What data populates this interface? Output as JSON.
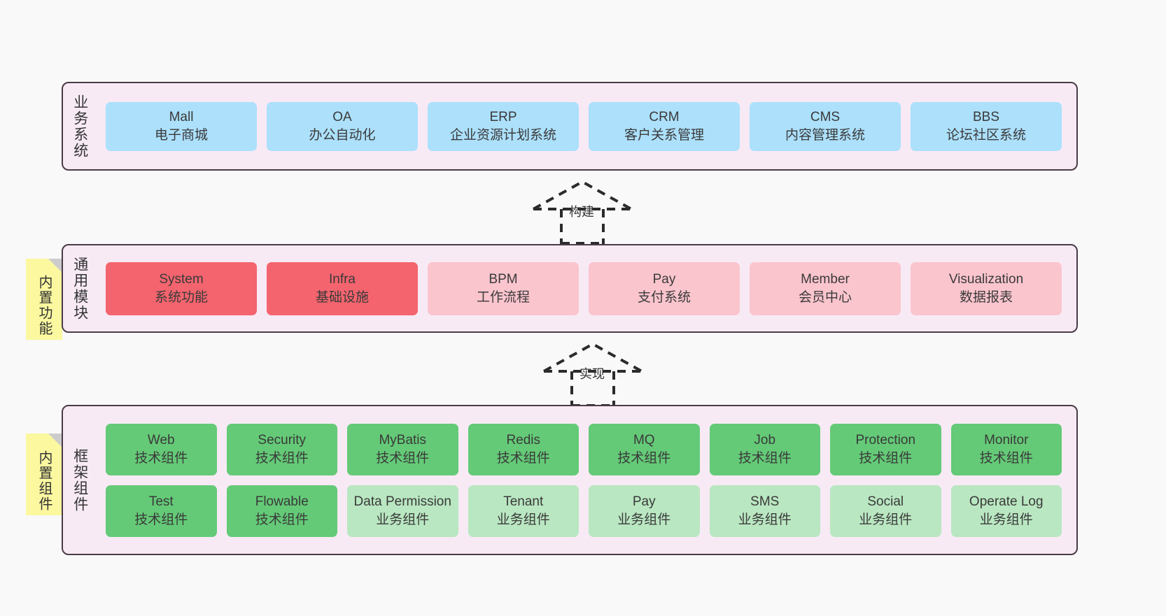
{
  "canvas": {
    "background": "#f9f9f9",
    "panel_fill": "#f7eaf5",
    "panel_border": "#4a3b47",
    "sticky_fill": "#fbf8a0",
    "sticky_fold": "#cccccc"
  },
  "layers": [
    {
      "id": "business",
      "title": "业务系统",
      "sticky": null,
      "rows": [
        {
          "items": [
            {
              "en": "Mall",
              "cn": "电子商城",
              "color": "#ace0fb",
              "variant": "blue"
            },
            {
              "en": "OA",
              "cn": "办公自动化",
              "color": "#ace0fb",
              "variant": "blue"
            },
            {
              "en": "ERP",
              "cn": "企业资源计划系统",
              "color": "#ace0fb",
              "variant": "blue"
            },
            {
              "en": "CRM",
              "cn": "客户关系管理",
              "color": "#ace0fb",
              "variant": "blue"
            },
            {
              "en": "CMS",
              "cn": "内容管理系统",
              "color": "#ace0fb",
              "variant": "blue"
            },
            {
              "en": "BBS",
              "cn": "论坛社区系统",
              "color": "#ace0fb",
              "variant": "blue"
            }
          ]
        }
      ]
    },
    {
      "id": "modules",
      "title": "通用模块",
      "sticky": "内置功能",
      "rows": [
        {
          "items": [
            {
              "en": "System",
              "cn": "系统功能",
              "color": "#f4646e",
              "variant": "red"
            },
            {
              "en": "Infra",
              "cn": "基础设施",
              "color": "#f4646e",
              "variant": "red"
            },
            {
              "en": "BPM",
              "cn": "工作流程",
              "color": "#fbc5ce",
              "variant": "pink"
            },
            {
              "en": "Pay",
              "cn": "支付系统",
              "color": "#fbc5ce",
              "variant": "pink"
            },
            {
              "en": "Member",
              "cn": "会员中心",
              "color": "#fbc5ce",
              "variant": "pink"
            },
            {
              "en": "Visualization",
              "cn": "数据报表",
              "color": "#fbc5ce",
              "variant": "pink"
            }
          ]
        }
      ]
    },
    {
      "id": "framework",
      "title": "框架组件",
      "sticky": "内置组件",
      "rows": [
        {
          "items": [
            {
              "en": "Web",
              "cn": "技术组件",
              "color": "#64ca77",
              "variant": "green"
            },
            {
              "en": "Security",
              "cn": "技术组件",
              "color": "#64ca77",
              "variant": "green"
            },
            {
              "en": "MyBatis",
              "cn": "技术组件",
              "color": "#64ca77",
              "variant": "green"
            },
            {
              "en": "Redis",
              "cn": "技术组件",
              "color": "#64ca77",
              "variant": "green"
            },
            {
              "en": "MQ",
              "cn": "技术组件",
              "color": "#64ca77",
              "variant": "green"
            },
            {
              "en": "Job",
              "cn": "技术组件",
              "color": "#64ca77",
              "variant": "green"
            },
            {
              "en": "Protection",
              "cn": "技术组件",
              "color": "#64ca77",
              "variant": "green"
            },
            {
              "en": "Monitor",
              "cn": "技术组件",
              "color": "#64ca77",
              "variant": "green"
            }
          ]
        },
        {
          "items": [
            {
              "en": "Test",
              "cn": "技术组件",
              "color": "#64ca77",
              "variant": "green"
            },
            {
              "en": "Flowable",
              "cn": "技术组件",
              "color": "#64ca77",
              "variant": "green"
            },
            {
              "en": "Data Permission",
              "cn": "业务组件",
              "color": "#b9e7c1",
              "variant": "lightgreen",
              "wrap": true
            },
            {
              "en": "Tenant",
              "cn": "业务组件",
              "color": "#b9e7c1",
              "variant": "lightgreen"
            },
            {
              "en": "Pay",
              "cn": "业务组件",
              "color": "#b9e7c1",
              "variant": "lightgreen"
            },
            {
              "en": "SMS",
              "cn": "业务组件",
              "color": "#b9e7c1",
              "variant": "lightgreen"
            },
            {
              "en": "Social",
              "cn": "业务组件",
              "color": "#b9e7c1",
              "variant": "lightgreen"
            },
            {
              "en": "Operate Log",
              "cn": "业务组件",
              "color": "#b9e7c1",
              "variant": "lightgreen"
            }
          ]
        }
      ]
    }
  ],
  "connectors": [
    {
      "id": "build",
      "label": "构建",
      "from": "modules",
      "to": "business",
      "style": "dashed-generalization"
    },
    {
      "id": "impl",
      "label": "实现",
      "from": "framework",
      "to": "modules",
      "style": "dashed-generalization"
    }
  ]
}
